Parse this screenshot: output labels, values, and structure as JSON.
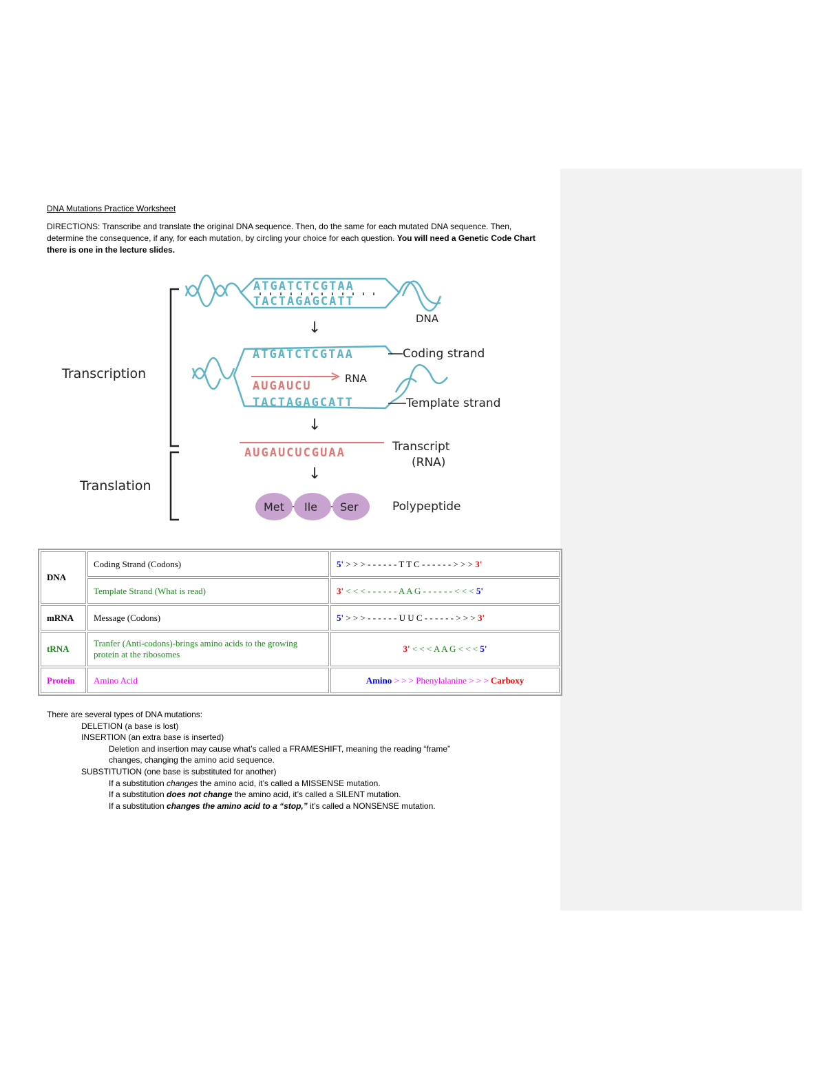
{
  "title": "DNA Mutations Practice Worksheet",
  "directions": {
    "line1": "DIRECTIONS: Transcribe and translate the original DNA sequence. Then, do the same for each mutated DNA sequence. Then,",
    "line2_a": "determine the consequence, if any, for each mutation, by circling your choice for each question. ",
    "line2_b": "You will need a Genetic Code Chart",
    "line3": "there is one in the lecture slides."
  },
  "diagram": {
    "dna_top": "ATGATCTCGTAA",
    "dna_bottom": "TACTAGAGCATT",
    "dna_label": "DNA",
    "coding_seq": "ATGATCTCGTAA",
    "rna_partial": "AUGAUCU",
    "rna_label": "RNA",
    "template_seq": "TACTAGAGCATT",
    "coding_label": "Coding strand",
    "template_label": "Template strand",
    "transcript_seq": "AUGAUCUCGUAA",
    "transcript_label1": "Transcript",
    "transcript_label2": "(RNA)",
    "amino": [
      "Met",
      "Ile",
      "Ser"
    ],
    "polypeptide_label": "Polypeptide",
    "transcription_label": "Transcription",
    "translation_label": "Translation",
    "colors": {
      "dna": "#5ab4c6",
      "rna": "#e07775",
      "protein": "#c9a3cf"
    }
  },
  "table": {
    "dna_label": "DNA",
    "coding_desc": "Coding Strand (Codons)",
    "coding_val": {
      "p5": "5'",
      "mid": " > > > - - - - - - T T C - - - - - - > > > ",
      "p3": "3'"
    },
    "template_desc": "Template Strand (What is read)",
    "template_val": {
      "p3": "3'",
      "mid": " < < < - - - - - - A A G - - - - - - < < < ",
      "p5": "5'"
    },
    "mrna_label": "mRNA",
    "message_desc": "Message (Codons)",
    "message_val": {
      "p5": "5'",
      "mid": " > > > - - - - - - U U C - - - - - - > > > ",
      "p3": "3'"
    },
    "trna_label": "tRNA",
    "trna_desc": "Tranfer (Anti-codons)-brings amino acids to the growing protein at the ribosomes",
    "trna_val": {
      "p3": "3'",
      "mid": " < < < A A G < < < ",
      "p5": "5'"
    },
    "protein_label": "Protein",
    "protein_desc": "Amino Acid",
    "protein_val": {
      "amino": "Amino",
      "mid": " > > > Phenylalanine > > > ",
      "carboxy": "Carboxy"
    }
  },
  "types": {
    "intro": "There are several types of DNA mutations:",
    "deletion": "DELETION (a base is lost)",
    "insertion": "INSERTION (an extra base is inserted)",
    "frameshift1": "Deletion and insertion may cause what’s called a FRAMESHIFT, meaning the reading “frame”",
    "frameshift2": "changes, changing the amino acid sequence.",
    "substitution": "SUBSTITUTION (one base is substituted for another)",
    "missense_a": "If a substitution ",
    "missense_b": "changes",
    "missense_c": " the amino acid, it’s called a MISSENSE mutation.",
    "silent_a": "If a substitution ",
    "silent_b": "does not change",
    "silent_c": " the amino acid, it’s called a SILENT mutation.",
    "nonsense_a": "If a substitution ",
    "nonsense_b": "changes the amino acid to a “stop,”",
    "nonsense_c": " it’s called a NONSENSE mutation."
  }
}
